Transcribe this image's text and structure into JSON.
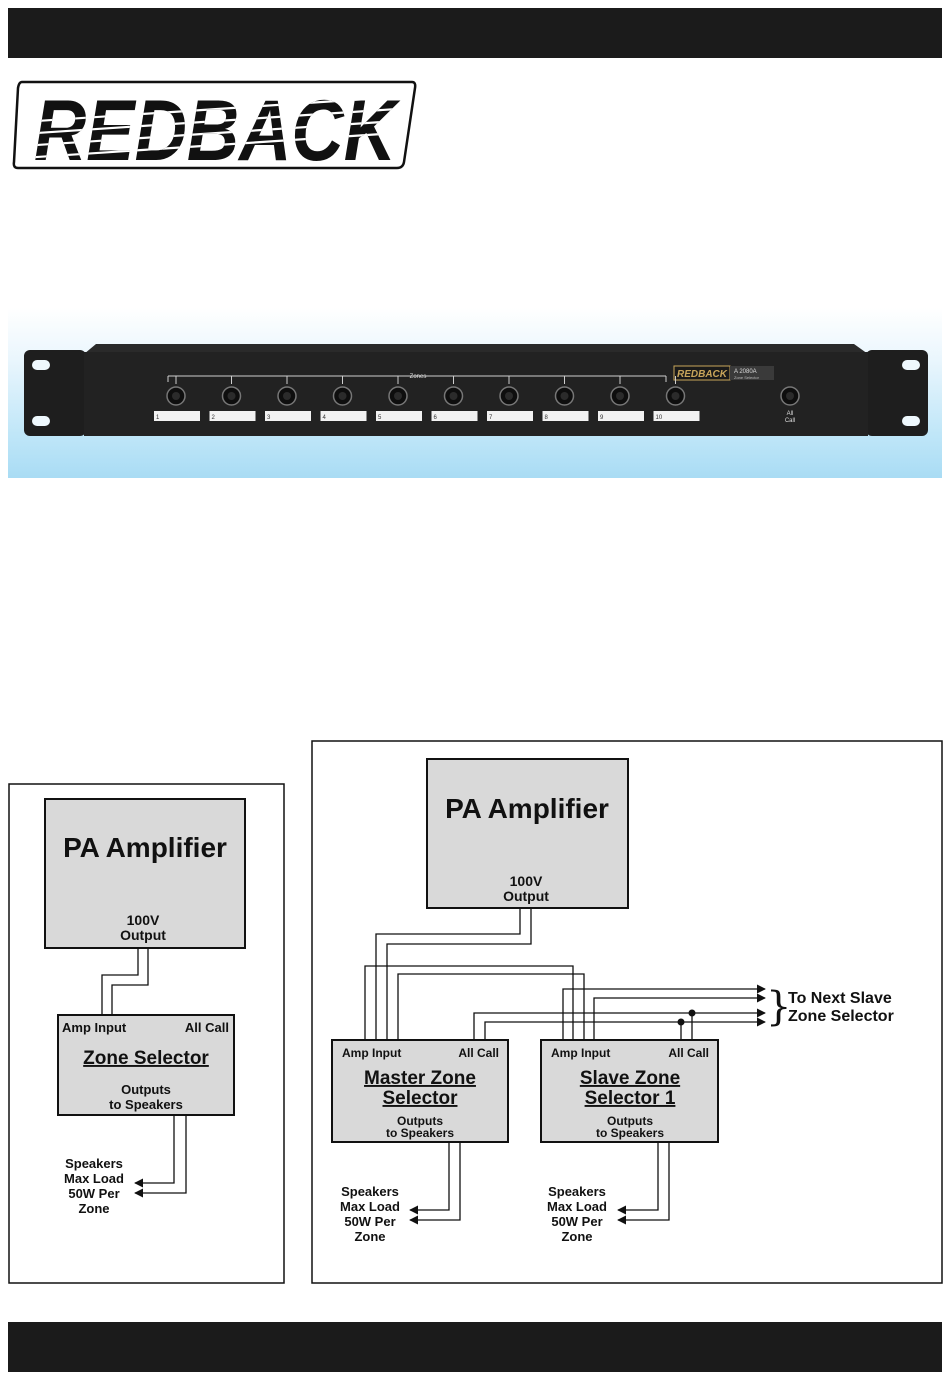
{
  "brand": {
    "name": "REDBACK"
  },
  "product": {
    "model": "A 2080A",
    "model_sub": "Zone Selector",
    "badge_logo": "REDBACK",
    "zones_label": "Zones",
    "zone_numbers": [
      "1",
      "2",
      "3",
      "4",
      "5",
      "6",
      "7",
      "8",
      "9",
      "10"
    ],
    "all_call_line1": "All",
    "all_call_line2": "Call"
  },
  "diagram_single": {
    "amplifier": {
      "title": "PA Amplifier",
      "out_line1": "100V",
      "out_line2": "Output"
    },
    "selector": {
      "amp_input": "Amp Input",
      "all_call": "All Call",
      "title": "Zone Selector",
      "out_line1": "Outputs",
      "out_line2": "to Speakers"
    },
    "speakers": [
      "Speakers",
      "Max Load",
      "50W Per",
      "Zone"
    ]
  },
  "diagram_multi": {
    "amplifier": {
      "title": "PA Amplifier",
      "out_line1": "100V",
      "out_line2": "Output"
    },
    "master": {
      "amp_input": "Amp Input",
      "all_call": "All Call",
      "title_line1": "Master Zone",
      "title_line2": "Selector",
      "out_line1": "Outputs",
      "out_line2": "to Speakers"
    },
    "slave": {
      "amp_input": "Amp Input",
      "all_call": "All Call",
      "title_line1": "Slave Zone",
      "title_line2": "Selector 1",
      "out_line1": "Outputs",
      "out_line2": "to Speakers"
    },
    "next_slave": [
      "To Next Slave",
      "Zone Selector"
    ],
    "speakers_master": [
      "Speakers",
      "Max Load",
      "50W Per",
      "Zone"
    ],
    "speakers_slave": [
      "Speakers",
      "Max Load",
      "50W Per",
      "Zone"
    ]
  },
  "colors": {
    "box_fill": "#d9d9d9",
    "bar": "#1b1b1b",
    "band": "#bfe6f8"
  }
}
